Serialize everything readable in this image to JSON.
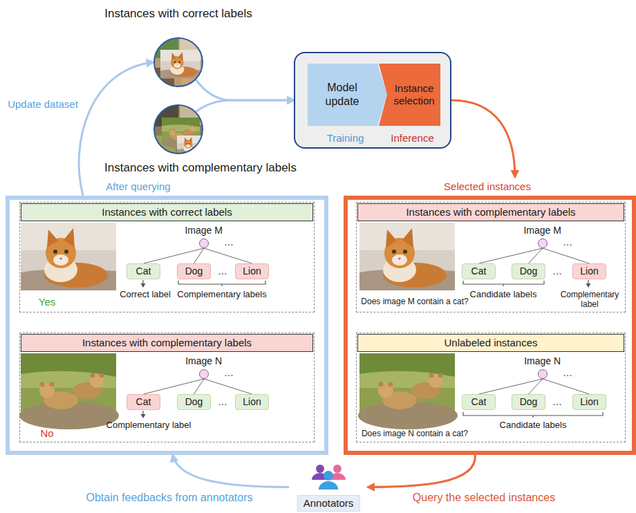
{
  "diagram": {
    "nodes": [
      {
        "text": [
          "Instances with correct labels"
        ]
      },
      {
        "text": [
          "Instances with complementary labels"
        ]
      },
      {
        "text": [
          "Training",
          "Inference"
        ]
      },
      {
        "text": [
          "Model update"
        ],
        "in": 2
      },
      {
        "text": [
          "Instance selection"
        ],
        "in": 2
      },
      {
        "text": [
          "After querying"
        ]
      },
      {
        "text": [
          "Yes",
          "Correct label",
          "Complementary labels",
          "…",
          "…"
        ],
        "in": 5
      },
      {
        "text": [
          "Instances with correct labels"
        ],
        "in": 6
      },
      {
        "text": [
          "Image M"
        ],
        "in": 6
      },
      {
        "text": [
          "Cat"
        ],
        "in": 6
      },
      {
        "text": [
          "Dog"
        ],
        "in": 6
      },
      {
        "text": [
          "Lion"
        ],
        "in": 6
      },
      {
        "text": [
          "No",
          "Complementary label",
          "…",
          "…"
        ],
        "in": 5
      },
      {
        "text": [
          "Instances with complementary labels"
        ],
        "in": 12
      },
      {
        "text": [
          "Image N"
        ],
        "in": 12
      },
      {
        "text": [
          "Cat"
        ],
        "in": 12
      },
      {
        "text": [
          "Dog"
        ],
        "in": 12
      },
      {
        "text": [
          "Lion"
        ],
        "in": 12
      },
      {
        "text": [
          "Selected instances"
        ]
      },
      {
        "text": [
          "Does image M contain a cat?",
          "Candidate labels",
          "Complementary label",
          "…",
          "…"
        ],
        "in": 18
      },
      {
        "text": [
          "Instances with complementary labels"
        ],
        "in": 19
      },
      {
        "text": [
          "Image M"
        ],
        "in": 19
      },
      {
        "text": [
          "Cat"
        ],
        "in": 19
      },
      {
        "text": [
          "Dog"
        ],
        "in": 19
      },
      {
        "text": [
          "Lion"
        ],
        "in": 19
      },
      {
        "text": [
          "Does image N contain a cat?",
          "Candidate labels",
          "…",
          "…"
        ],
        "in": 18
      },
      {
        "text": [
          "Unlabeled instances"
        ],
        "in": 25
      },
      {
        "text": [
          "Image N"
        ],
        "in": 25
      },
      {
        "text": [
          "Cat"
        ],
        "in": 25
      },
      {
        "text": [
          "Dog"
        ],
        "in": 25
      },
      {
        "text": [
          "Lion"
        ],
        "in": 25
      },
      {
        "text": [
          "Annotators"
        ]
      }
    ],
    "edges": [
      {
        "from": 0,
        "to": 2,
        "arrow": "to"
      },
      {
        "from": 1,
        "to": 2,
        "arrow": "to"
      },
      {
        "from": 2,
        "to": 18,
        "arrow": "to"
      },
      {
        "from": 18,
        "to": 31,
        "arrow": "to",
        "label": "Query the selected instances"
      },
      {
        "from": 31,
        "to": 5,
        "arrow": "to",
        "label": "Obtain feedbacks from annotators"
      },
      {
        "from": 5,
        "to": 0,
        "arrow": "to",
        "label": "Update dataset"
      },
      {
        "from": 8,
        "to": 9,
        "arrow": "none"
      },
      {
        "from": 8,
        "to": 10,
        "arrow": "none"
      },
      {
        "from": 8,
        "to": 11,
        "arrow": "none"
      },
      {
        "from": 14,
        "to": 15,
        "arrow": "none"
      },
      {
        "from": 14,
        "to": 16,
        "arrow": "none"
      },
      {
        "from": 14,
        "to": 17,
        "arrow": "none"
      },
      {
        "from": 21,
        "to": 22,
        "arrow": "none"
      },
      {
        "from": 21,
        "to": 23,
        "arrow": "none"
      },
      {
        "from": 21,
        "to": 24,
        "arrow": "none"
      },
      {
        "from": 27,
        "to": 28,
        "arrow": "none"
      },
      {
        "from": 27,
        "to": 29,
        "arrow": "none"
      },
      {
        "from": 27,
        "to": 30,
        "arrow": "none"
      }
    ]
  }
}
